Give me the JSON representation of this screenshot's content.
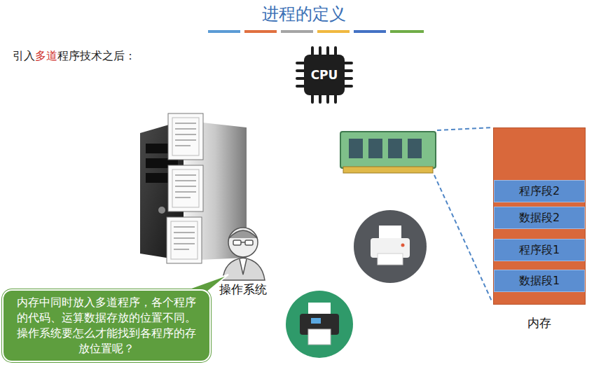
{
  "diagram": {
    "title": "进程的定义",
    "nodes": [
      {
        "text": [
          "内存"
        ]
      },
      {
        "text": [
          "程序段2"
        ],
        "in": 0
      },
      {
        "text": [
          "数据段2"
        ],
        "in": 0
      },
      {
        "text": [
          "程序段1"
        ],
        "in": 0
      },
      {
        "text": [
          "数据段1"
        ],
        "in": 0
      },
      {
        "text": [
          "内存中同时放入多道程序，各个程序的代码、运算数据存放的位置不同。操作系统要怎么才能找到各程序的存放位置呢？"
        ]
      }
    ],
    "labels": [
      "引入",
      "多道",
      "程序技术之后：",
      "CPU",
      "操作系统"
    ]
  }
}
